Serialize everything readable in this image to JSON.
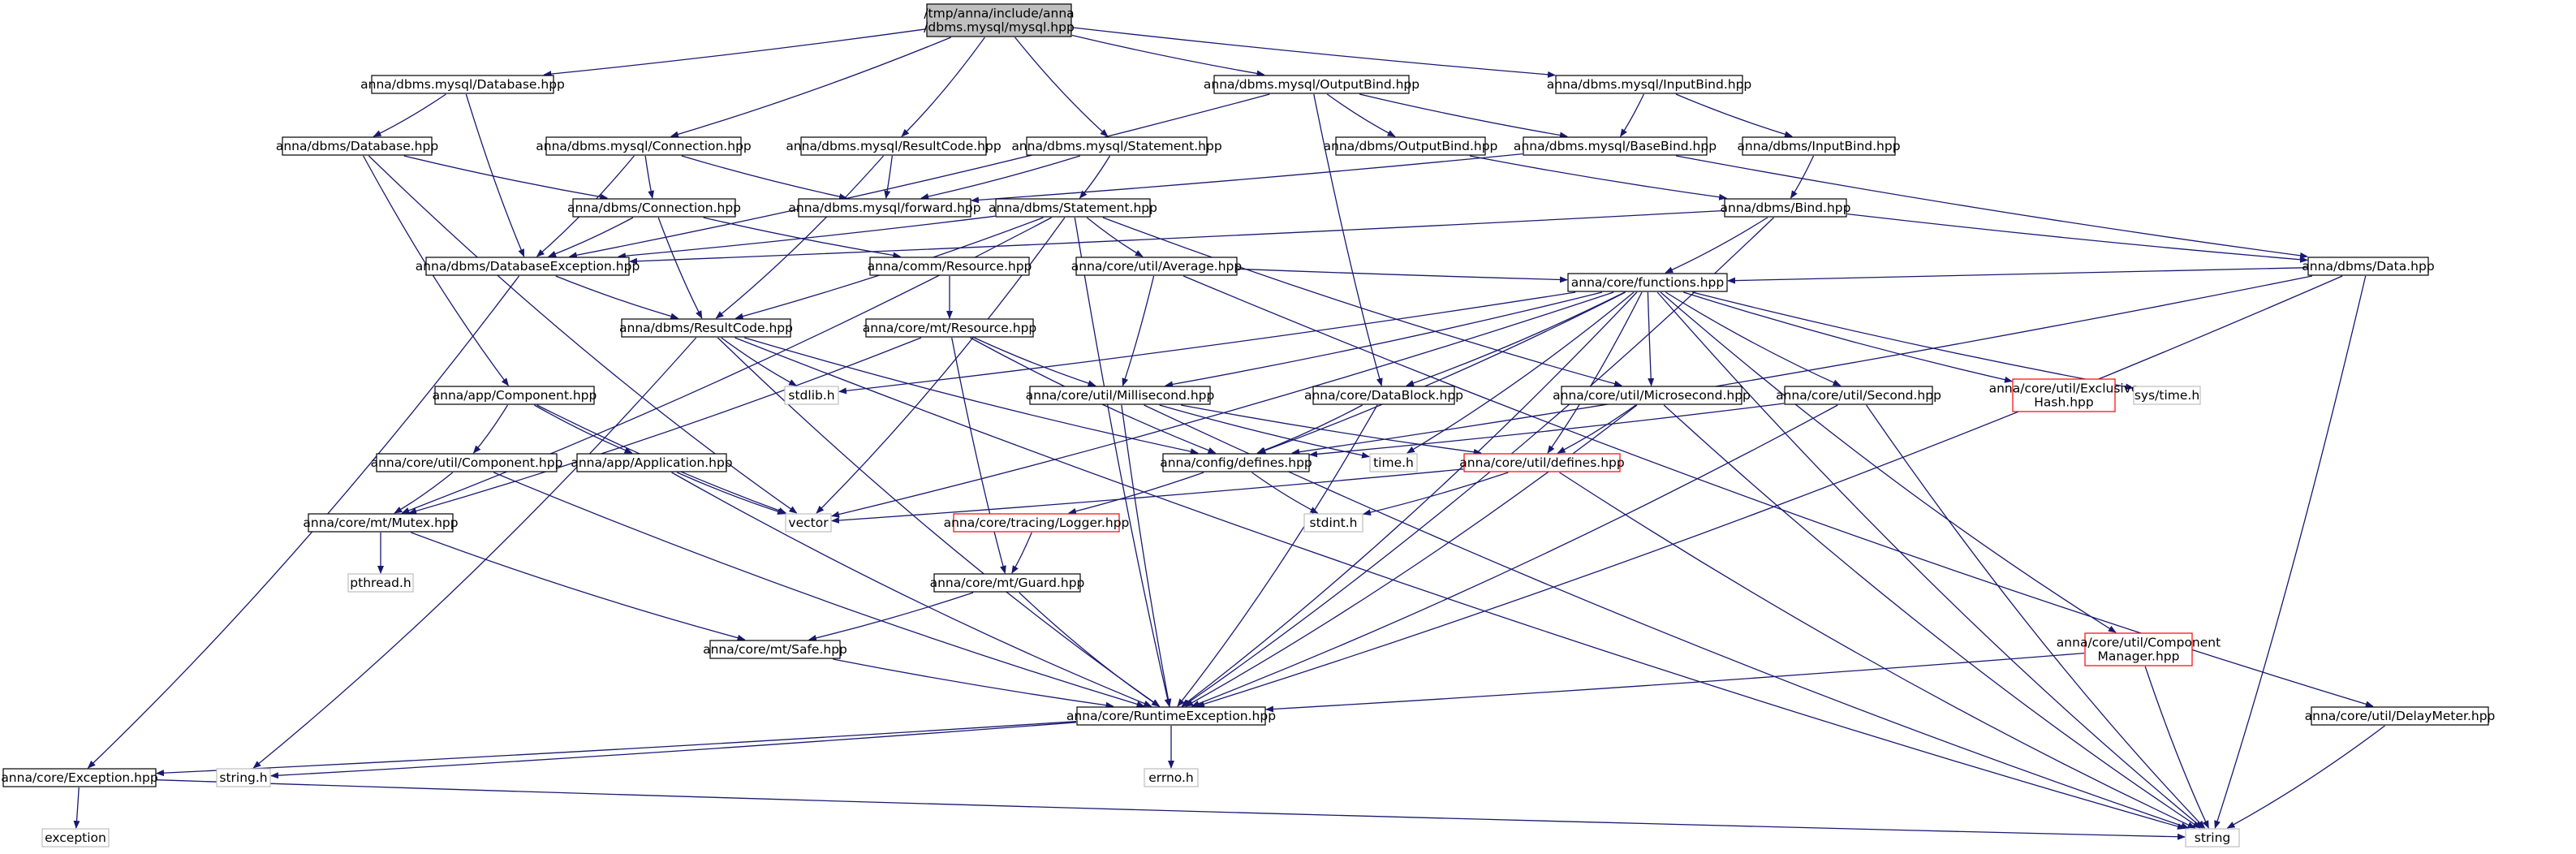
{
  "diagram": {
    "kind": "include-dependency-graph",
    "colors": {
      "edge": "#191970",
      "box_border": "#000000",
      "box_fill": "#ffffff",
      "root_fill": "#bfbfbf",
      "system_header_border": "#bfbfbf",
      "missing_header_border": "#ff0000",
      "text": "#000000"
    },
    "nodes": [
      {
        "id": "root",
        "label_lines": [
          "/tmp/anna/include/anna",
          "/dbms.mysql/mysql.hpp"
        ],
        "style": "root"
      },
      {
        "id": "my_database",
        "label_lines": [
          "anna/dbms.mysql/Database.hpp"
        ],
        "style": "normal"
      },
      {
        "id": "my_connection",
        "label_lines": [
          "anna/dbms.mysql/Connection.hpp"
        ],
        "style": "normal"
      },
      {
        "id": "my_resultcode",
        "label_lines": [
          "anna/dbms.mysql/ResultCode.hpp"
        ],
        "style": "normal"
      },
      {
        "id": "my_statement",
        "label_lines": [
          "anna/dbms.mysql/Statement.hpp"
        ],
        "style": "normal"
      },
      {
        "id": "my_outputbind",
        "label_lines": [
          "anna/dbms.mysql/OutputBind.hpp"
        ],
        "style": "normal"
      },
      {
        "id": "my_inputbind",
        "label_lines": [
          "anna/dbms.mysql/InputBind.hpp"
        ],
        "style": "normal"
      },
      {
        "id": "db_database",
        "label_lines": [
          "anna/dbms/Database.hpp"
        ],
        "style": "normal"
      },
      {
        "id": "db_outputbind",
        "label_lines": [
          "anna/dbms/OutputBind.hpp"
        ],
        "style": "normal"
      },
      {
        "id": "my_basebind",
        "label_lines": [
          "anna/dbms.mysql/BaseBind.hpp"
        ],
        "style": "normal"
      },
      {
        "id": "db_inputbind",
        "label_lines": [
          "anna/dbms/InputBind.hpp"
        ],
        "style": "normal"
      },
      {
        "id": "db_connection",
        "label_lines": [
          "anna/dbms/Connection.hpp"
        ],
        "style": "normal"
      },
      {
        "id": "my_forward",
        "label_lines": [
          "anna/dbms.mysql/forward.hpp"
        ],
        "style": "normal"
      },
      {
        "id": "db_statement",
        "label_lines": [
          "anna/dbms/Statement.hpp"
        ],
        "style": "normal"
      },
      {
        "id": "db_bind",
        "label_lines": [
          "anna/dbms/Bind.hpp"
        ],
        "style": "normal"
      },
      {
        "id": "db_dbexception",
        "label_lines": [
          "anna/dbms/DatabaseException.hpp"
        ],
        "style": "normal"
      },
      {
        "id": "comm_resource",
        "label_lines": [
          "anna/comm/Resource.hpp"
        ],
        "style": "normal"
      },
      {
        "id": "util_average",
        "label_lines": [
          "anna/core/util/Average.hpp"
        ],
        "style": "normal"
      },
      {
        "id": "db_data",
        "label_lines": [
          "anna/dbms/Data.hpp"
        ],
        "style": "normal"
      },
      {
        "id": "db_resultcode",
        "label_lines": [
          "anna/dbms/ResultCode.hpp"
        ],
        "style": "normal"
      },
      {
        "id": "mt_resource",
        "label_lines": [
          "anna/core/mt/Resource.hpp"
        ],
        "style": "normal"
      },
      {
        "id": "core_functions",
        "label_lines": [
          "anna/core/functions.hpp"
        ],
        "style": "normal"
      },
      {
        "id": "stdlib_h",
        "label_lines": [
          "stdlib.h"
        ],
        "style": "system"
      },
      {
        "id": "app_component",
        "label_lines": [
          "anna/app/Component.hpp"
        ],
        "style": "normal"
      },
      {
        "id": "util_millisecond",
        "label_lines": [
          "anna/core/util/Millisecond.hpp"
        ],
        "style": "normal"
      },
      {
        "id": "core_datablock",
        "label_lines": [
          "anna/core/DataBlock.hpp"
        ],
        "style": "normal"
      },
      {
        "id": "util_microsecond",
        "label_lines": [
          "anna/core/util/Microsecond.hpp"
        ],
        "style": "normal"
      },
      {
        "id": "util_second",
        "label_lines": [
          "anna/core/util/Second.hpp"
        ],
        "style": "normal"
      },
      {
        "id": "util_exclusivehash",
        "label_lines": [
          "anna/core/util/Exclusive",
          "Hash.hpp"
        ],
        "style": "missing"
      },
      {
        "id": "sys_time_h",
        "label_lines": [
          "sys/time.h"
        ],
        "style": "system"
      },
      {
        "id": "util_component",
        "label_lines": [
          "anna/core/util/Component.hpp"
        ],
        "style": "normal"
      },
      {
        "id": "app_application",
        "label_lines": [
          "anna/app/Application.hpp"
        ],
        "style": "normal"
      },
      {
        "id": "time_h",
        "label_lines": [
          "time.h"
        ],
        "style": "system"
      },
      {
        "id": "config_defines",
        "label_lines": [
          "anna/config/defines.hpp"
        ],
        "style": "normal"
      },
      {
        "id": "util_defines",
        "label_lines": [
          "anna/core/util/defines.hpp"
        ],
        "style": "missing"
      },
      {
        "id": "mt_mutex",
        "label_lines": [
          "anna/core/mt/Mutex.hpp"
        ],
        "style": "normal"
      },
      {
        "id": "vector",
        "label_lines": [
          "vector"
        ],
        "style": "system"
      },
      {
        "id": "tracing_logger",
        "label_lines": [
          "anna/core/tracing/Logger.hpp"
        ],
        "style": "missing"
      },
      {
        "id": "stdint_h",
        "label_lines": [
          "stdint.h"
        ],
        "style": "system"
      },
      {
        "id": "pthread_h",
        "label_lines": [
          "pthread.h"
        ],
        "style": "system"
      },
      {
        "id": "mt_guard",
        "label_lines": [
          "anna/core/mt/Guard.hpp"
        ],
        "style": "normal"
      },
      {
        "id": "mt_safe",
        "label_lines": [
          "anna/core/mt/Safe.hpp"
        ],
        "style": "normal"
      },
      {
        "id": "util_componentmanager",
        "label_lines": [
          "anna/core/util/Component",
          "Manager.hpp"
        ],
        "style": "missing"
      },
      {
        "id": "core_runtimeexception",
        "label_lines": [
          "anna/core/RuntimeException.hpp"
        ],
        "style": "normal"
      },
      {
        "id": "util_delaymeter",
        "label_lines": [
          "anna/core/util/DelayMeter.hpp"
        ],
        "style": "normal"
      },
      {
        "id": "core_exception",
        "label_lines": [
          "anna/core/Exception.hpp"
        ],
        "style": "normal"
      },
      {
        "id": "string_h",
        "label_lines": [
          "string.h"
        ],
        "style": "system"
      },
      {
        "id": "errno_h",
        "label_lines": [
          "errno.h"
        ],
        "style": "system"
      },
      {
        "id": "exception",
        "label_lines": [
          "exception"
        ],
        "style": "system"
      },
      {
        "id": "string",
        "label_lines": [
          "string"
        ],
        "style": "system"
      }
    ],
    "edges": [
      [
        "root",
        "my_database"
      ],
      [
        "root",
        "my_connection"
      ],
      [
        "root",
        "my_resultcode"
      ],
      [
        "root",
        "my_statement"
      ],
      [
        "root",
        "my_outputbind"
      ],
      [
        "root",
        "my_inputbind"
      ],
      [
        "my_database",
        "db_database"
      ],
      [
        "my_database",
        "db_dbexception"
      ],
      [
        "my_connection",
        "db_connection"
      ],
      [
        "my_connection",
        "my_forward"
      ],
      [
        "my_connection",
        "db_dbexception"
      ],
      [
        "my_resultcode",
        "my_forward"
      ],
      [
        "my_resultcode",
        "db_resultcode"
      ],
      [
        "my_statement",
        "my_forward"
      ],
      [
        "my_statement",
        "db_statement"
      ],
      [
        "my_outputbind",
        "db_outputbind"
      ],
      [
        "my_outputbind",
        "my_basebind"
      ],
      [
        "my_outputbind",
        "db_dbexception"
      ],
      [
        "my_outputbind",
        "core_datablock"
      ],
      [
        "my_inputbind",
        "my_basebind"
      ],
      [
        "my_inputbind",
        "db_inputbind"
      ],
      [
        "db_database",
        "db_connection"
      ],
      [
        "db_database",
        "app_component"
      ],
      [
        "db_database",
        "vector"
      ],
      [
        "db_outputbind",
        "db_bind"
      ],
      [
        "my_basebind",
        "my_forward"
      ],
      [
        "my_basebind",
        "db_data"
      ],
      [
        "db_inputbind",
        "db_bind"
      ],
      [
        "db_connection",
        "db_dbexception"
      ],
      [
        "db_connection",
        "comm_resource"
      ],
      [
        "db_connection",
        "db_resultcode"
      ],
      [
        "db_statement",
        "db_dbexception"
      ],
      [
        "db_statement",
        "db_resultcode"
      ],
      [
        "db_statement",
        "util_average"
      ],
      [
        "db_statement",
        "util_microsecond"
      ],
      [
        "db_statement",
        "vector"
      ],
      [
        "db_statement",
        "mt_mutex"
      ],
      [
        "db_statement",
        "core_runtimeexception"
      ],
      [
        "db_bind",
        "db_dbexception"
      ],
      [
        "db_bind",
        "db_data"
      ],
      [
        "db_bind",
        "core_functions"
      ],
      [
        "db_bind",
        "core_runtimeexception"
      ],
      [
        "db_dbexception",
        "db_resultcode"
      ],
      [
        "db_dbexception",
        "core_exception"
      ],
      [
        "comm_resource",
        "mt_resource"
      ],
      [
        "util_average",
        "core_functions"
      ],
      [
        "util_average",
        "util_millisecond"
      ],
      [
        "util_average",
        "util_delaymeter"
      ],
      [
        "db_data",
        "core_functions"
      ],
      [
        "db_data",
        "config_defines"
      ],
      [
        "db_data",
        "core_runtimeexception"
      ],
      [
        "db_data",
        "string"
      ],
      [
        "db_resultcode",
        "stdlib_h"
      ],
      [
        "db_resultcode",
        "string_h"
      ],
      [
        "db_resultcode",
        "config_defines"
      ],
      [
        "db_resultcode",
        "core_runtimeexception"
      ],
      [
        "db_resultcode",
        "string"
      ],
      [
        "mt_resource",
        "util_millisecond"
      ],
      [
        "mt_resource",
        "mt_mutex"
      ],
      [
        "mt_resource",
        "mt_guard"
      ],
      [
        "mt_resource",
        "config_defines"
      ],
      [
        "core_functions",
        "stdlib_h"
      ],
      [
        "core_functions",
        "util_millisecond"
      ],
      [
        "core_functions",
        "core_datablock"
      ],
      [
        "core_functions",
        "util_microsecond"
      ],
      [
        "core_functions",
        "util_second"
      ],
      [
        "core_functions",
        "util_exclusivehash"
      ],
      [
        "core_functions",
        "sys_time_h"
      ],
      [
        "core_functions",
        "util_componentmanager"
      ],
      [
        "core_functions",
        "time_h"
      ],
      [
        "core_functions",
        "util_defines"
      ],
      [
        "core_functions",
        "vector"
      ],
      [
        "core_functions",
        "core_runtimeexception"
      ],
      [
        "core_functions",
        "string"
      ],
      [
        "core_functions",
        "config_defines"
      ],
      [
        "app_component",
        "util_component"
      ],
      [
        "app_component",
        "app_application"
      ],
      [
        "app_component",
        "vector"
      ],
      [
        "util_millisecond",
        "time_h"
      ],
      [
        "util_millisecond",
        "util_defines"
      ],
      [
        "util_millisecond",
        "core_runtimeexception"
      ],
      [
        "util_millisecond",
        "string"
      ],
      [
        "core_datablock",
        "config_defines"
      ],
      [
        "core_datablock",
        "core_runtimeexception"
      ],
      [
        "util_microsecond",
        "util_defines"
      ],
      [
        "util_microsecond",
        "core_runtimeexception"
      ],
      [
        "util_microsecond",
        "string"
      ],
      [
        "util_second",
        "config_defines"
      ],
      [
        "util_second",
        "core_runtimeexception"
      ],
      [
        "util_second",
        "string"
      ],
      [
        "util_component",
        "mt_mutex"
      ],
      [
        "util_component",
        "core_runtimeexception"
      ],
      [
        "app_application",
        "vector"
      ],
      [
        "app_application",
        "core_runtimeexception"
      ],
      [
        "config_defines",
        "stdint_h"
      ],
      [
        "config_defines",
        "tracing_logger"
      ],
      [
        "util_defines",
        "vector"
      ],
      [
        "util_defines",
        "stdint_h"
      ],
      [
        "util_defines",
        "string"
      ],
      [
        "mt_mutex",
        "pthread_h"
      ],
      [
        "mt_mutex",
        "mt_safe"
      ],
      [
        "tracing_logger",
        "mt_guard"
      ],
      [
        "mt_guard",
        "mt_safe"
      ],
      [
        "mt_guard",
        "core_runtimeexception"
      ],
      [
        "mt_safe",
        "core_runtimeexception"
      ],
      [
        "util_componentmanager",
        "core_runtimeexception"
      ],
      [
        "util_componentmanager",
        "string"
      ],
      [
        "core_runtimeexception",
        "core_exception"
      ],
      [
        "core_runtimeexception",
        "string_h"
      ],
      [
        "core_runtimeexception",
        "errno_h"
      ],
      [
        "util_delaymeter",
        "string"
      ],
      [
        "core_exception",
        "exception"
      ],
      [
        "core_exception",
        "string"
      ]
    ]
  }
}
